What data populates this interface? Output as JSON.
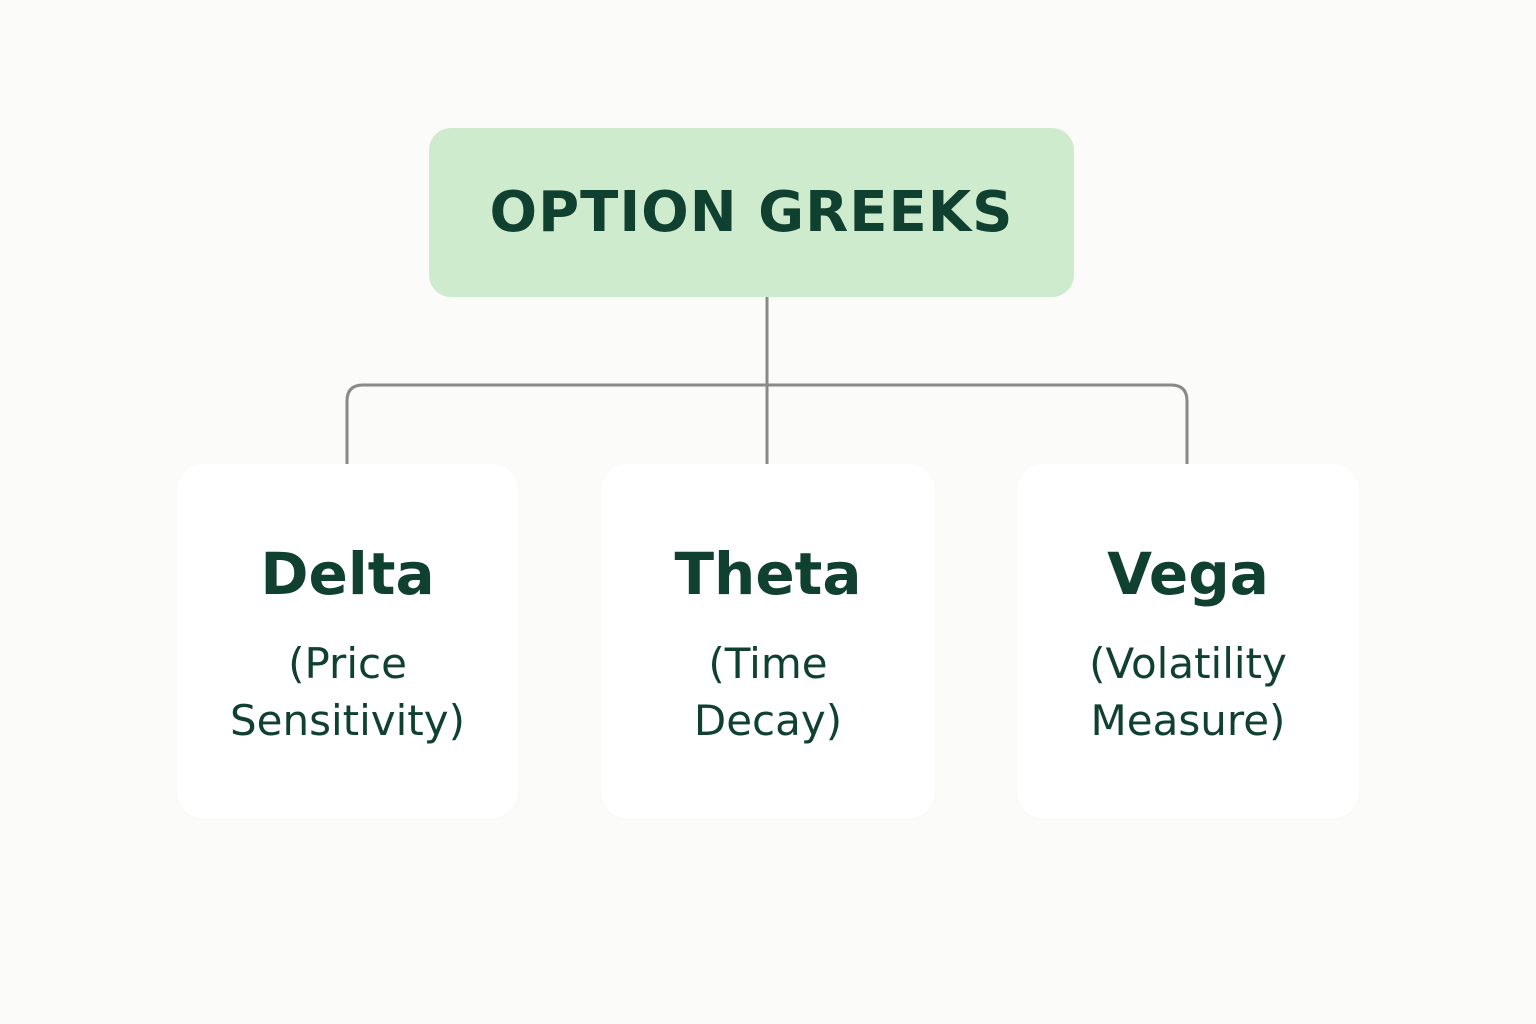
{
  "diagram": {
    "root": {
      "label": "OPTION GREEKS"
    },
    "children": [
      {
        "name": "Delta",
        "desc_line1": "(Price",
        "desc_line2": "Sensitivity)"
      },
      {
        "name": "Theta",
        "desc_line1": "(Time",
        "desc_line2": "Decay)"
      },
      {
        "name": "Vega",
        "desc_line1": "(Volatility",
        "desc_line2": "Measure)"
      }
    ]
  },
  "colors": {
    "background": "#fbfbf9",
    "root_fill": "#cfebcd",
    "text": "#10402f",
    "connector": "#8a8a8a",
    "card_fill": "#ffffff"
  }
}
